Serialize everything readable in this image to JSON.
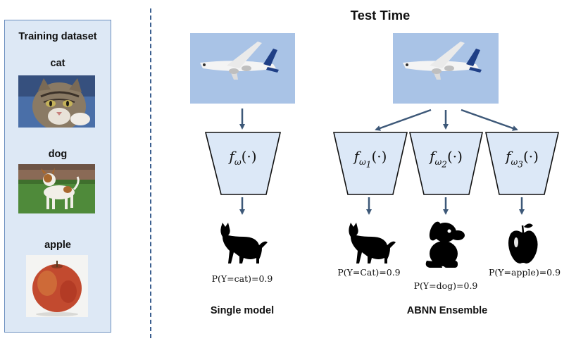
{
  "title": "Test Time",
  "training": {
    "title": "Training dataset",
    "classes": [
      {
        "label": "cat",
        "image": "cat-photo"
      },
      {
        "label": "dog",
        "image": "dog-photo"
      },
      {
        "label": "apple",
        "image": "apple-photo"
      }
    ]
  },
  "single_model": {
    "input": "airplane-photo",
    "function": {
      "base": "f",
      "sub": "ω",
      "subsub": "",
      "arg": "(·)"
    },
    "output_icon": "cat-icon",
    "probability": "P(Y=cat)=0.9",
    "caption": "Single model"
  },
  "ensemble": {
    "input": "airplane-photo",
    "caption": "ABNN Ensemble",
    "members": [
      {
        "function": {
          "base": "f",
          "sub": "ω",
          "subsub": "1",
          "arg": "(·)"
        },
        "output_icon": "cat-icon",
        "probability": "P(Y=Cat)=0.9"
      },
      {
        "function": {
          "base": "f",
          "sub": "ω",
          "subsub": "2",
          "arg": "(·)"
        },
        "output_icon": "dog-icon",
        "probability": "P(Y=dog)=0.9"
      },
      {
        "function": {
          "base": "f",
          "sub": "ω",
          "subsub": "3",
          "arg": "(·)"
        },
        "output_icon": "apple-icon",
        "probability": "P(Y=apple)=0.9"
      }
    ]
  },
  "colors": {
    "panel_fill": "#dde8f5",
    "panel_border": "#6c8fbf",
    "arrow": "#3d5878",
    "network_fill": "#dce8f7",
    "divider": "#3b5f8f",
    "sky": "#a9c3e6"
  }
}
